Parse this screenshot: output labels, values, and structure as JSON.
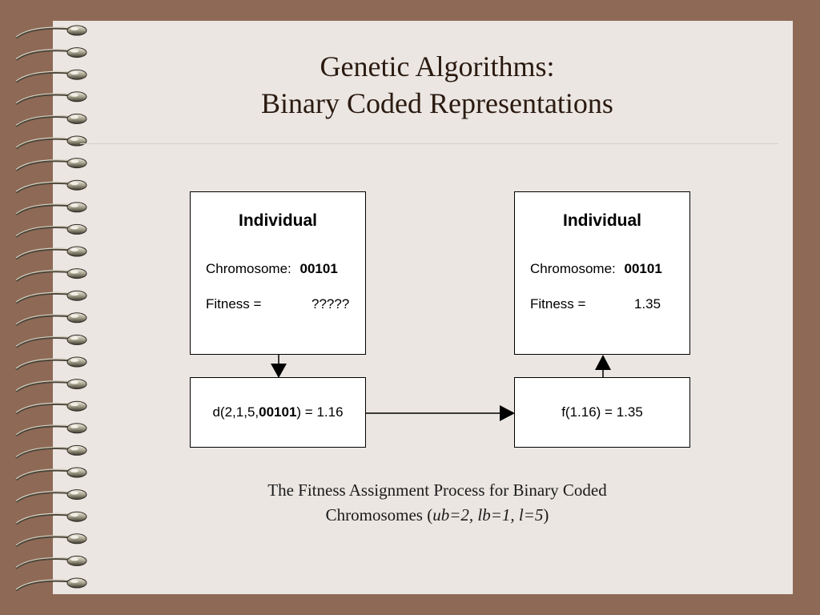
{
  "slide": {
    "title_line1": "Genetic Algorithms:",
    "title_line2": "Binary Coded Representations",
    "caption_line1": "The Fitness Assignment Process for Binary Coded",
    "caption_line2_prefix": "Chromosomes (",
    "caption_line2_params": "ub=2, lb=1, l=5",
    "caption_line2_suffix": ")"
  },
  "left_individual": {
    "heading": "Individual",
    "chromosome_label": "Chromosome:",
    "chromosome_value": "00101",
    "fitness_label": "Fitness =",
    "fitness_value": "?????"
  },
  "right_individual": {
    "heading": "Individual",
    "chromosome_label": "Chromosome:",
    "chromosome_value": "00101",
    "fitness_label": "Fitness =",
    "fitness_value": "1.35"
  },
  "decode_box": {
    "prefix": "d(2,1,5,",
    "bits": "00101",
    "suffix": ") = 1.16"
  },
  "fitness_box": {
    "expression": "f(1.16) = 1.35"
  }
}
